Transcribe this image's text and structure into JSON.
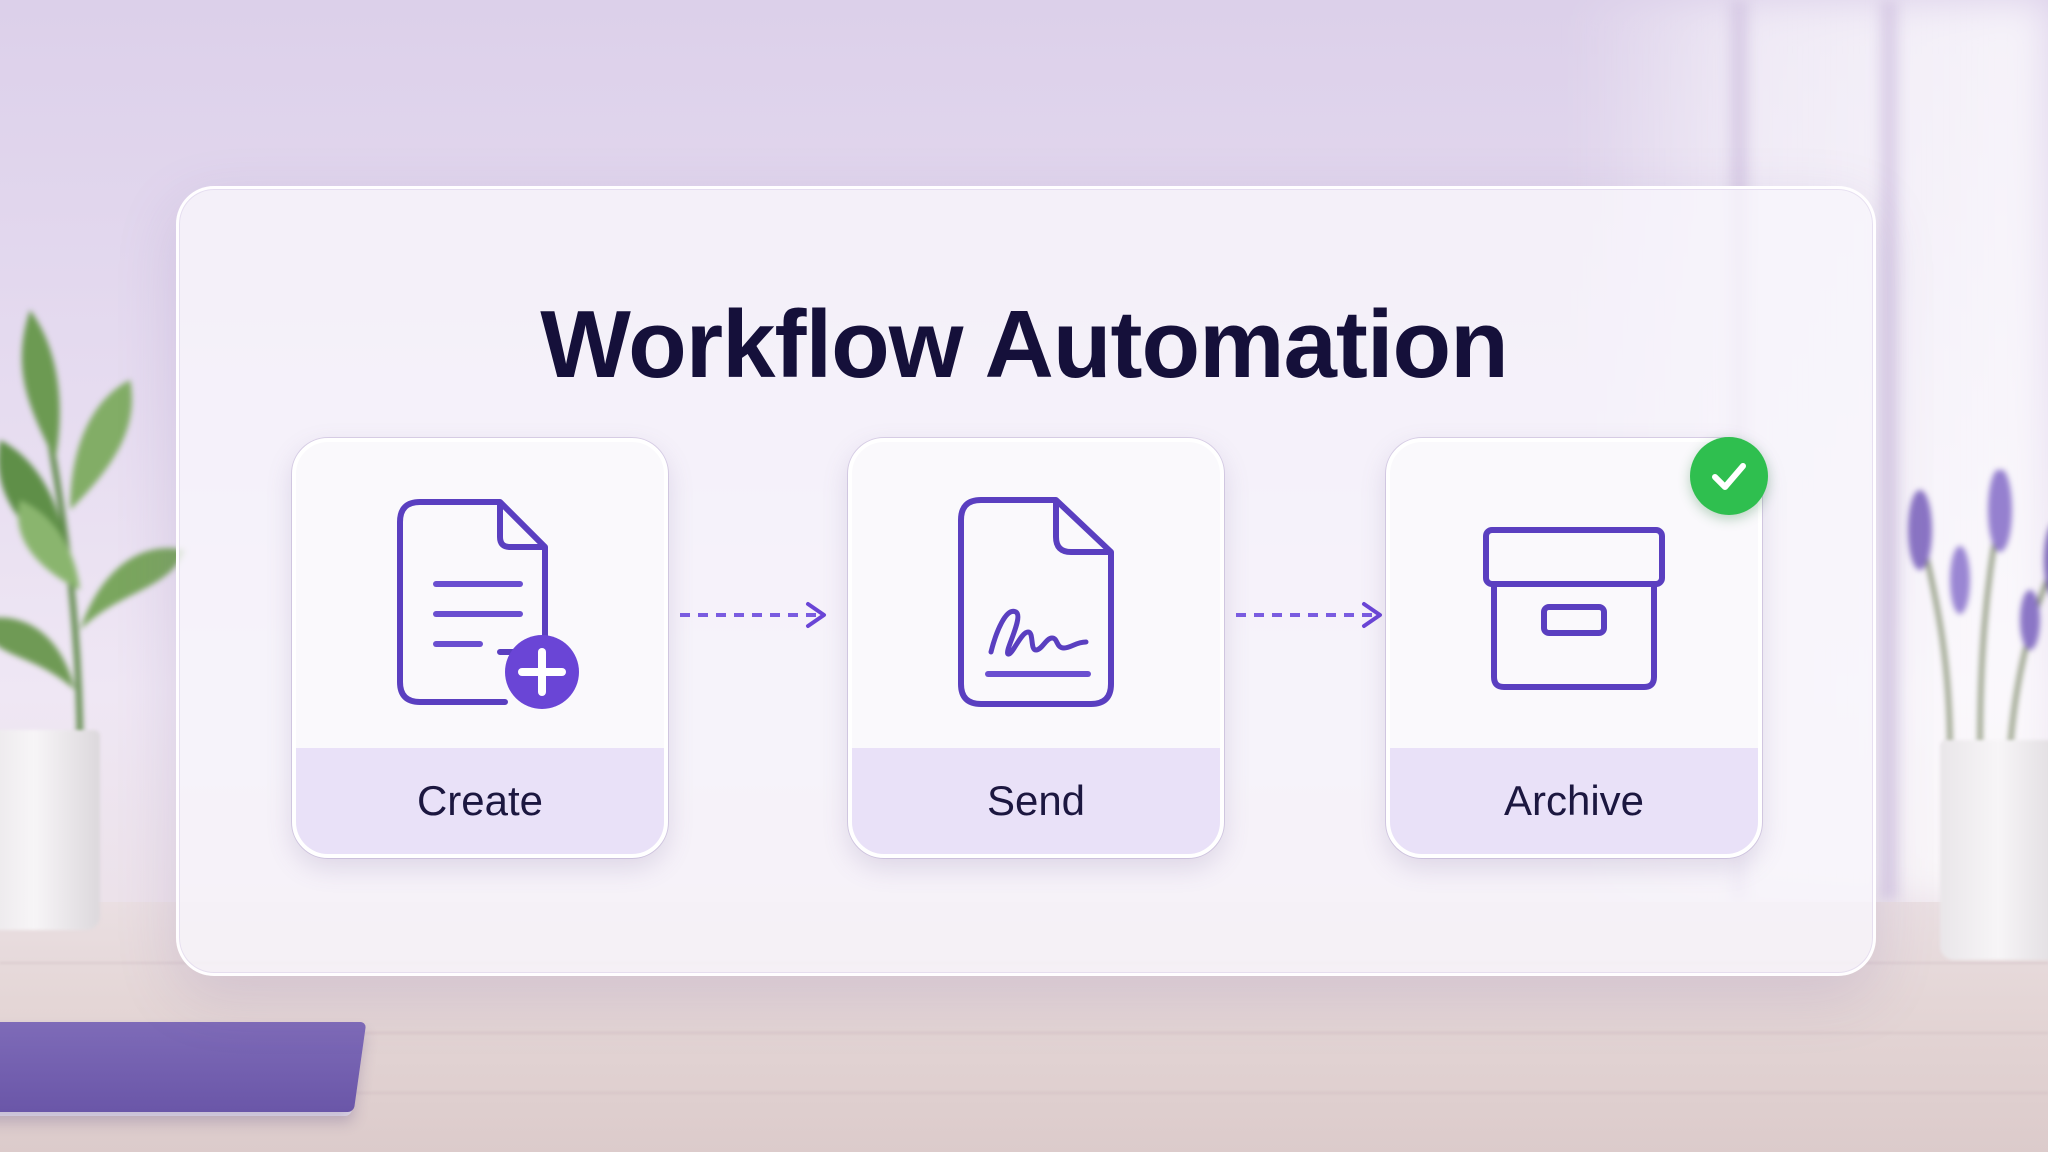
{
  "diagram": {
    "title": "Workflow Automation",
    "steps": [
      {
        "label": "Create",
        "icon": "document-add-icon"
      },
      {
        "label": "Send",
        "icon": "document-signature-icon"
      },
      {
        "label": "Archive",
        "icon": "archive-box-icon",
        "status": "completed"
      }
    ],
    "connectors": [
      "dashed-arrow-right-icon",
      "dashed-arrow-right-icon"
    ],
    "status_icon": "checkmark-icon"
  },
  "colors": {
    "accent": "#6a45d6",
    "icon_stroke": "#5a3fc0",
    "label_band": "#e9e1f8",
    "title": "#15103a",
    "success": "#2fbf4f"
  }
}
